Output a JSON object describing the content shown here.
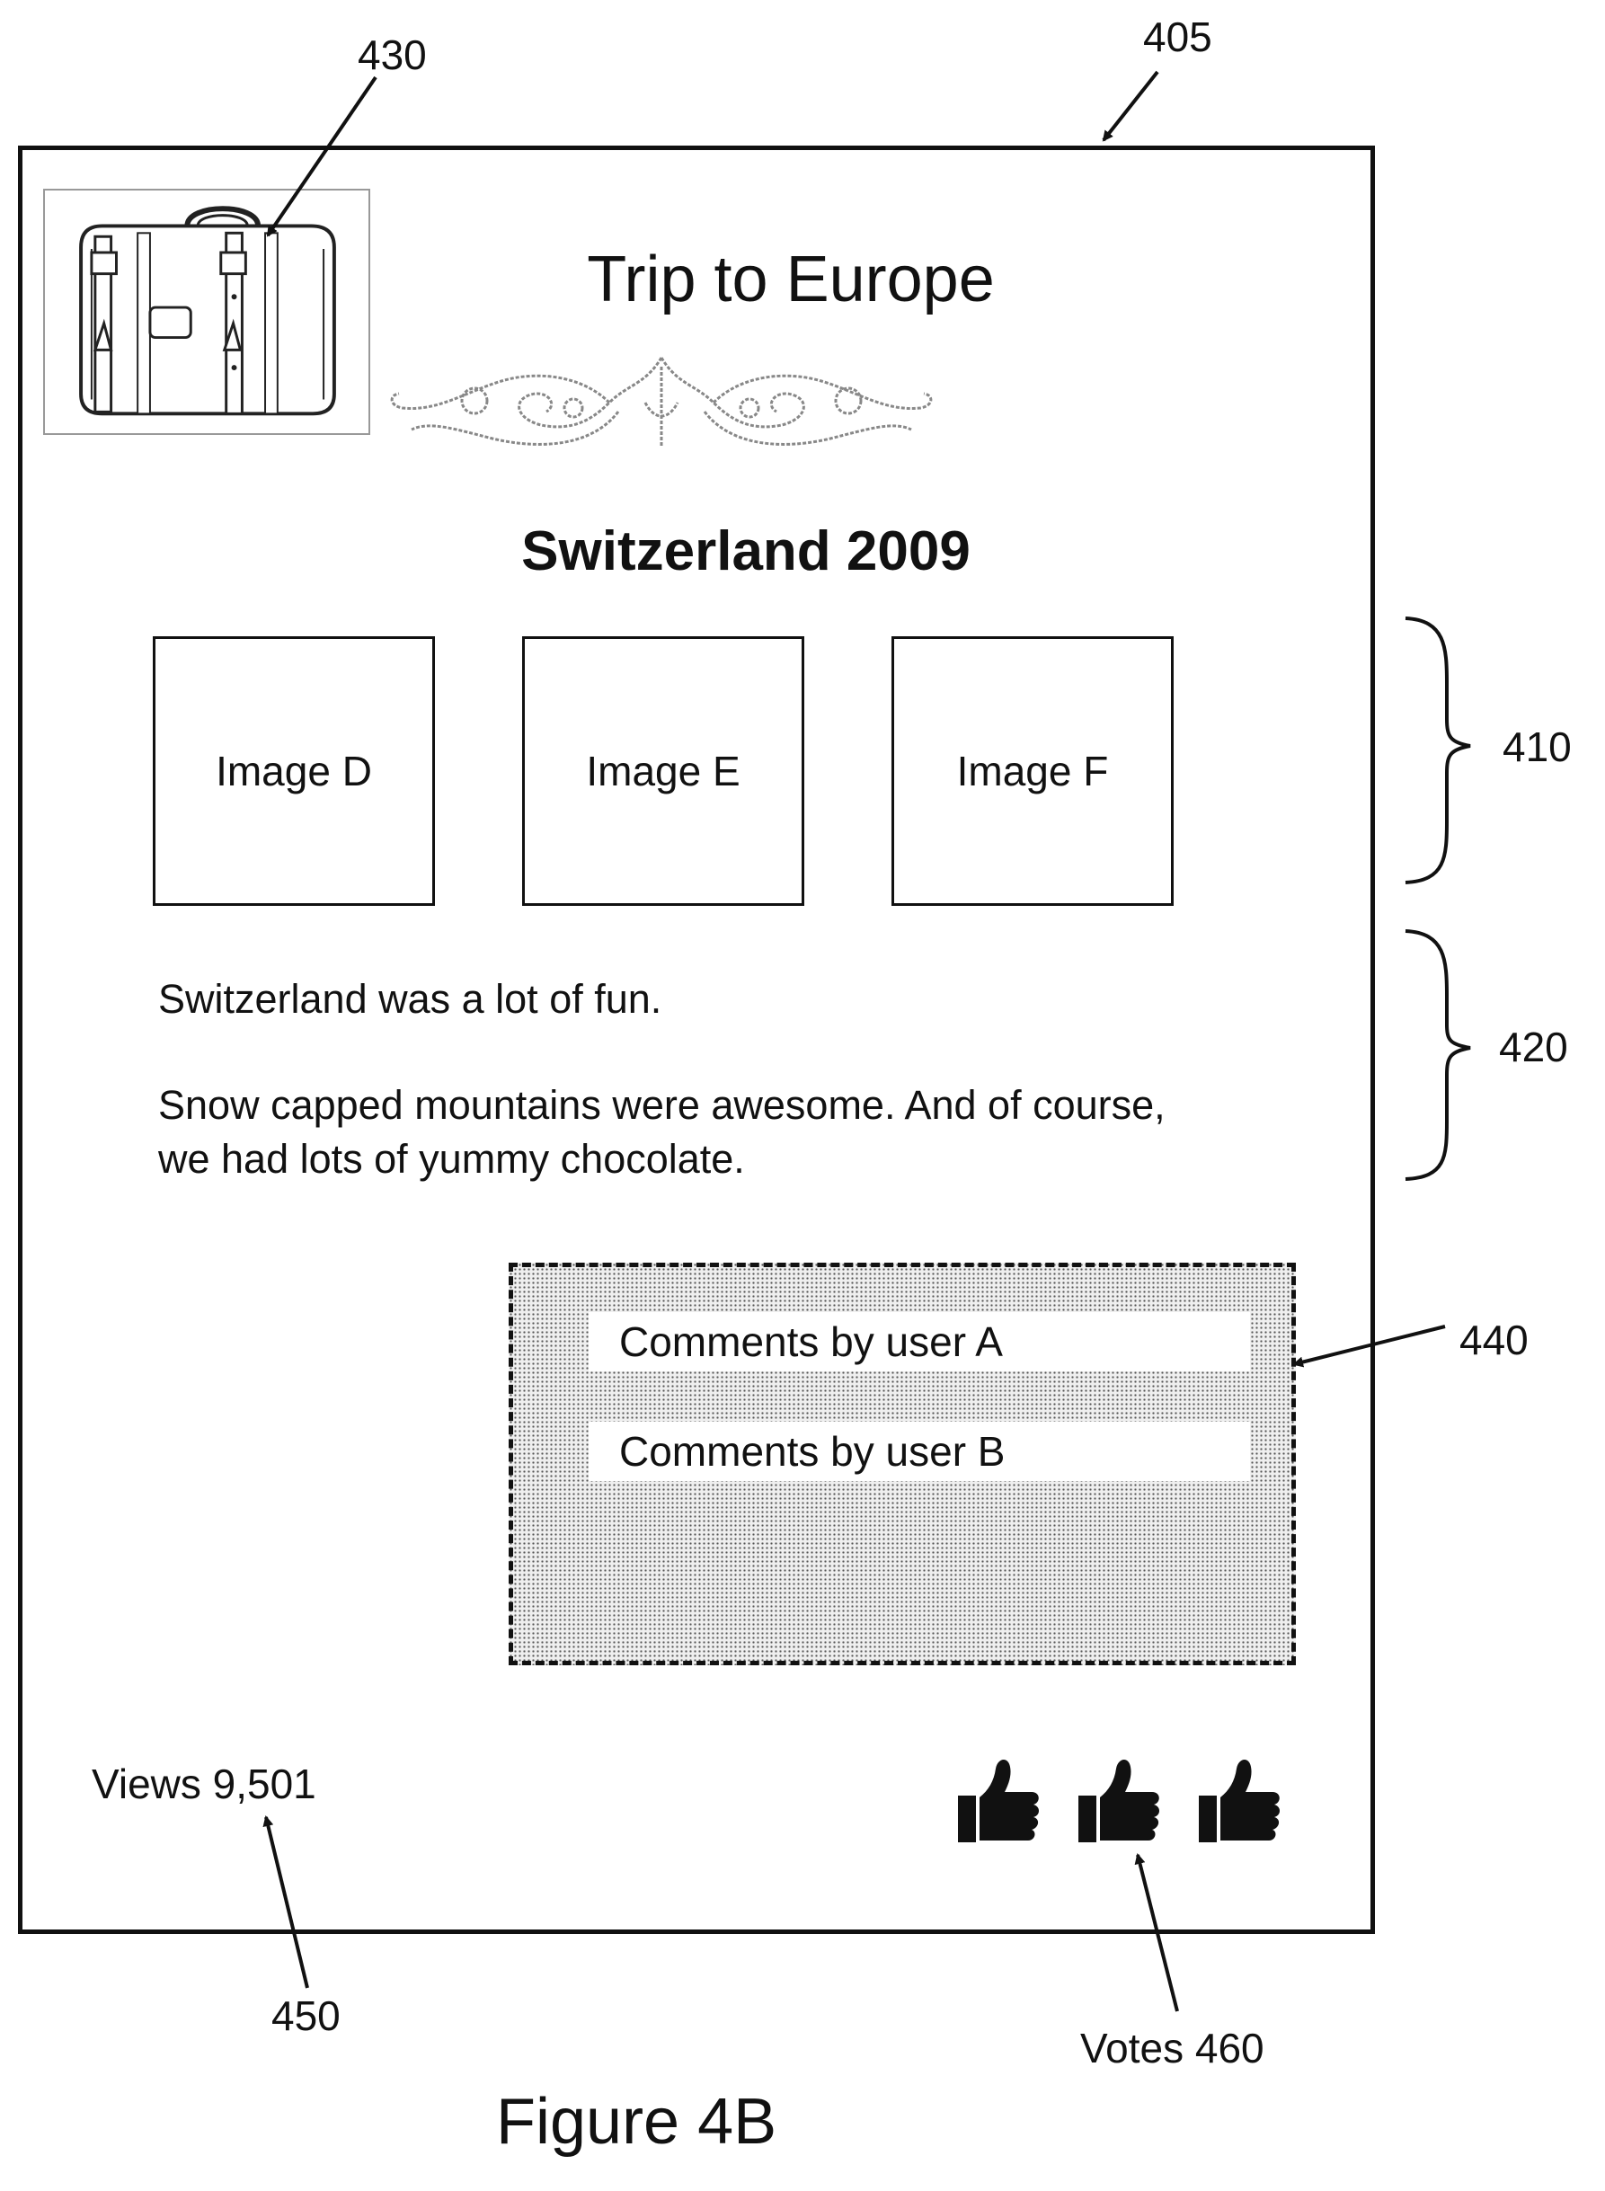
{
  "diagram": {
    "reference_numerals": {
      "page": "405",
      "image_group": "410",
      "text_group": "420",
      "icon": "430",
      "comments": "440",
      "views": "450",
      "votes": "Votes 460"
    },
    "caption": "Figure 4B"
  },
  "page": {
    "title": "Trip to Europe",
    "subtitle": "Switzerland 2009",
    "icon": "suitcase-icon",
    "images": [
      {
        "label": "Image D"
      },
      {
        "label": "Image E"
      },
      {
        "label": "Image F"
      }
    ],
    "text_lines": [
      "Switzerland was a lot of fun.",
      "Snow capped mountains were awesome. And of course,",
      "we had lots of yummy chocolate."
    ],
    "comments": [
      {
        "label": "Comments by user A"
      },
      {
        "label": "Comments by user B"
      }
    ],
    "views": "Views 9,501",
    "votes": {
      "count": 3,
      "icon": "thumbs-up-icon"
    }
  }
}
